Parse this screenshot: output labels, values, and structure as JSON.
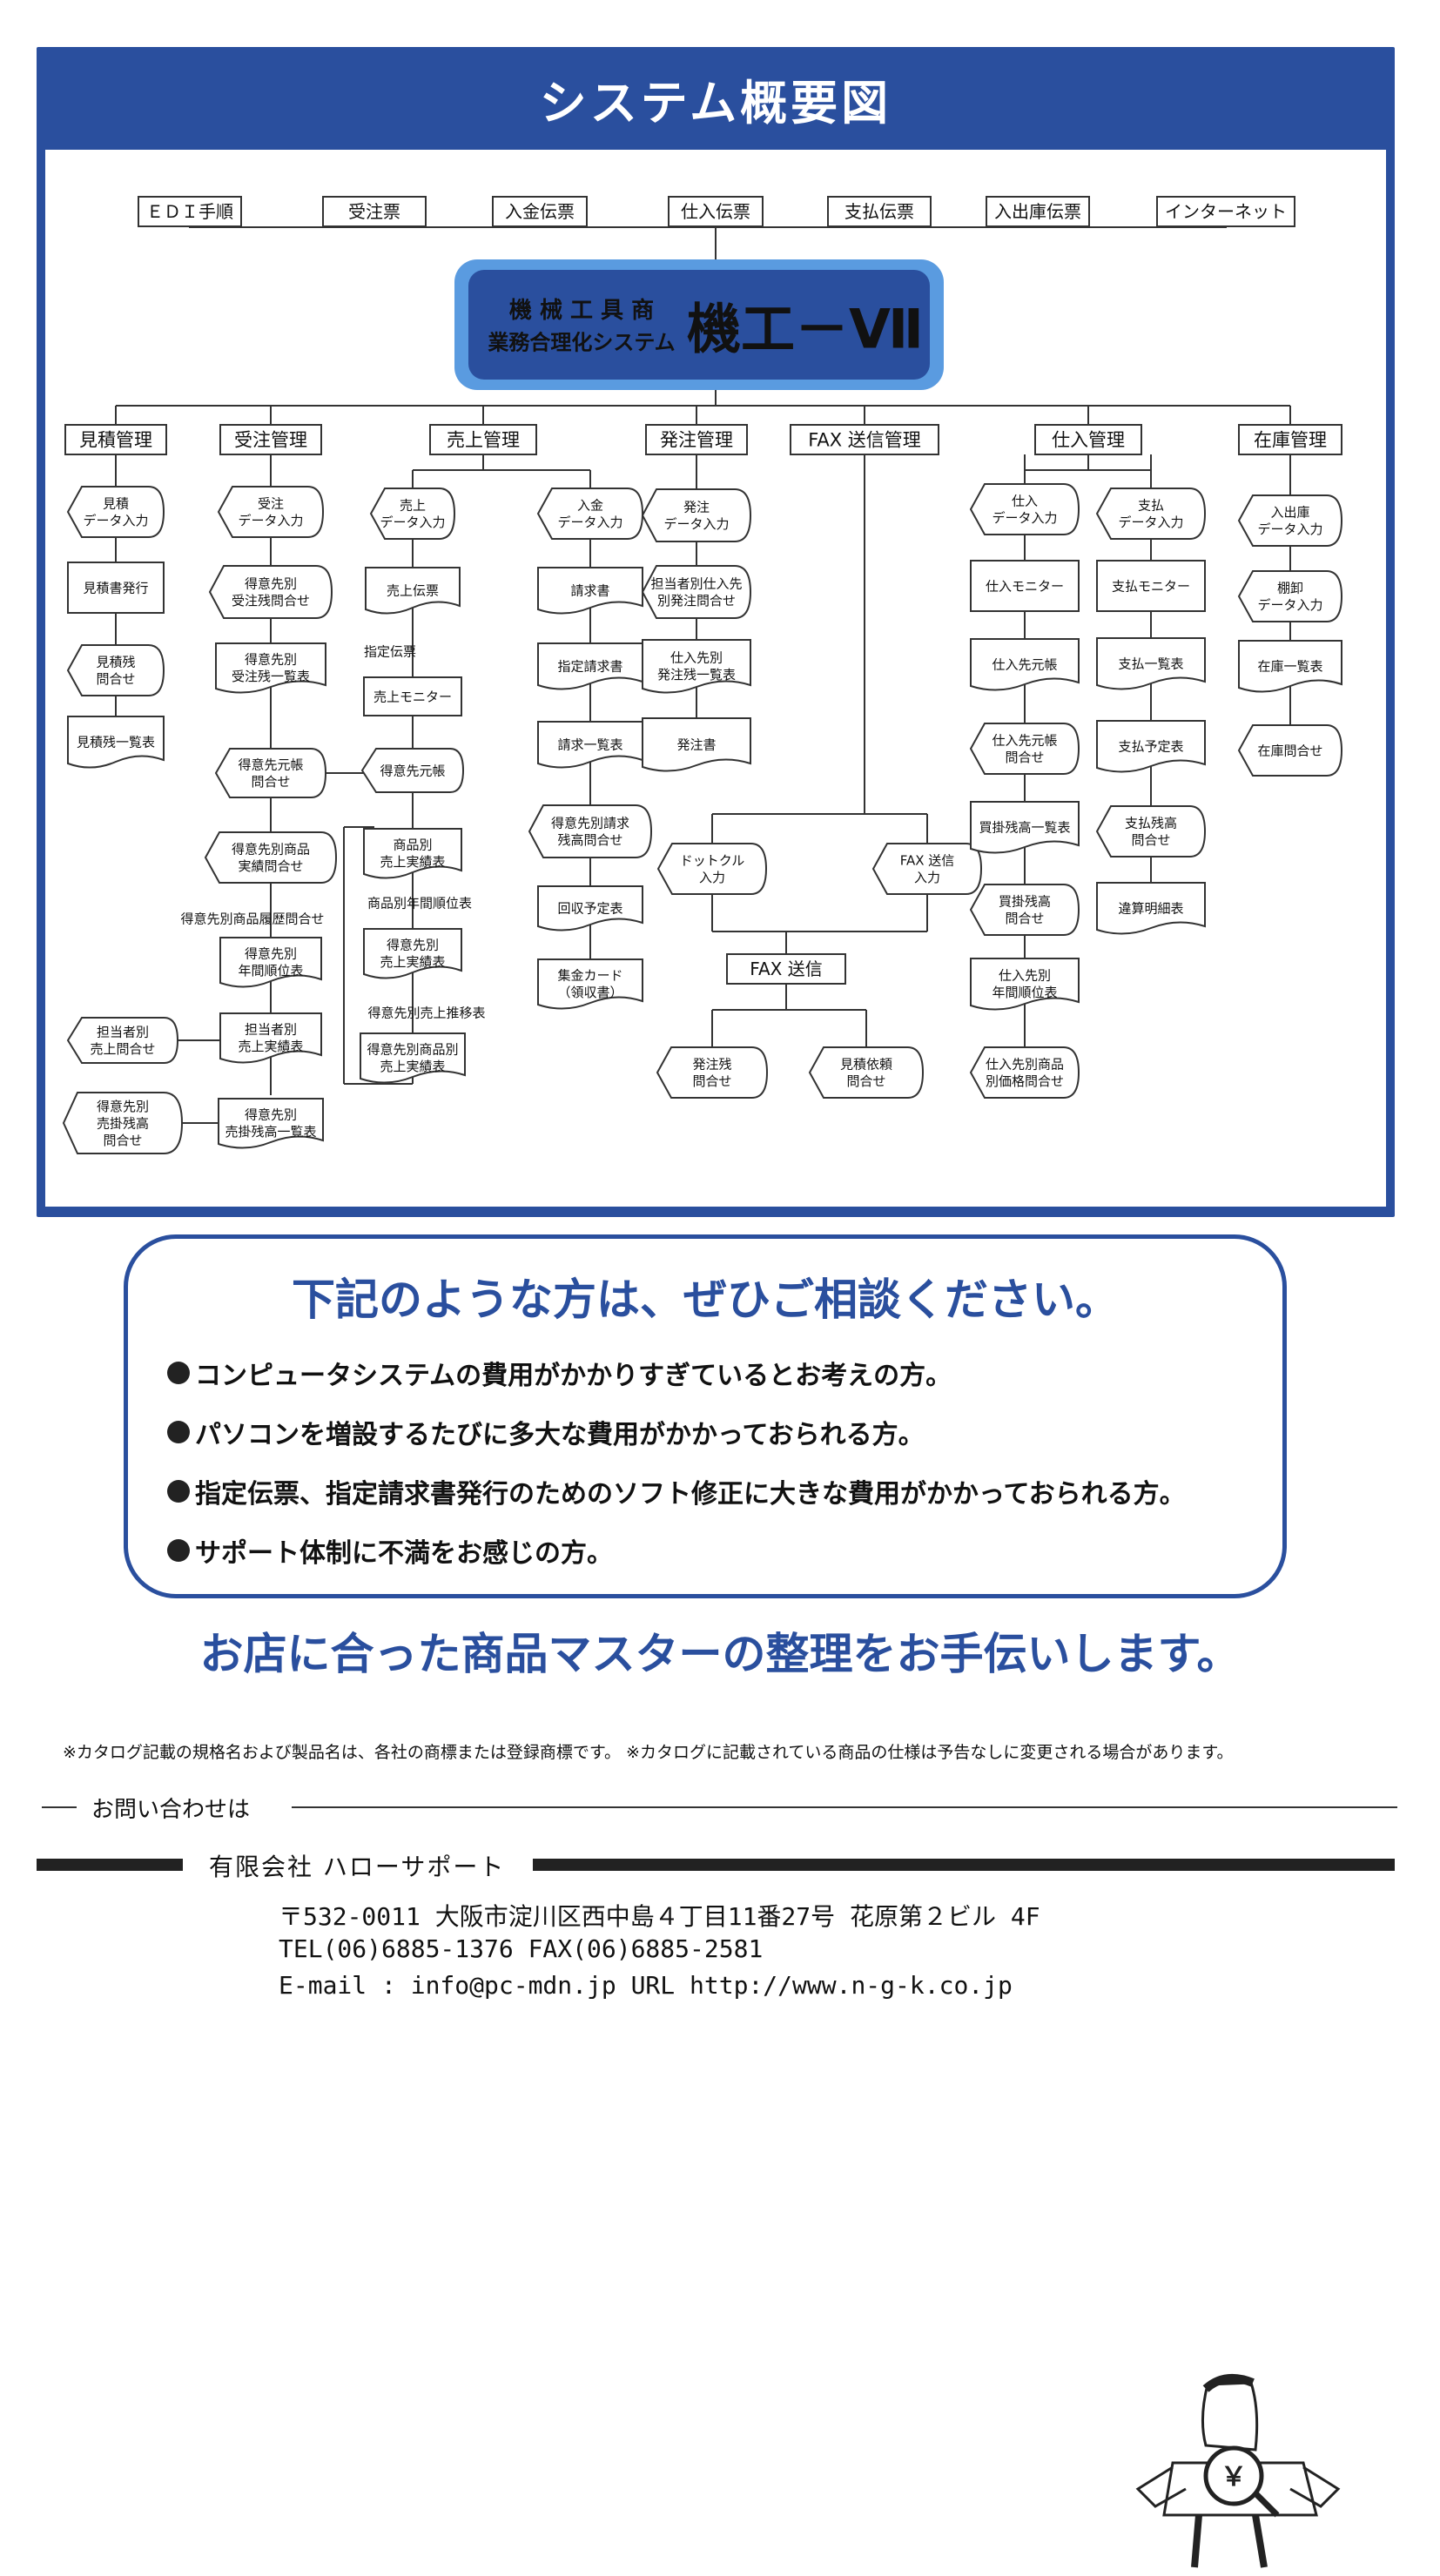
{
  "header": {
    "title": "システム概要図"
  },
  "inputs": [
    {
      "id": "in-edi",
      "label": "ＥＤＩ手順"
    },
    {
      "id": "in-juchu",
      "label": "受注票"
    },
    {
      "id": "in-nyukin",
      "label": "入金伝票"
    },
    {
      "id": "in-shiire",
      "label": "仕入伝票"
    },
    {
      "id": "in-shiharai",
      "label": "支払伝票"
    },
    {
      "id": "in-nyushukko",
      "label": "入出庫伝票"
    },
    {
      "id": "in-internet",
      "label": "インターネット"
    }
  ],
  "center": {
    "line1": "機 械 工 具 商",
    "line2": "業務合理化システム",
    "product": "機工－Ⅶ"
  },
  "modules": [
    {
      "id": "m-mitsumori",
      "label": "見積管理"
    },
    {
      "id": "m-juchu",
      "label": "受注管理"
    },
    {
      "id": "m-uriage",
      "label": "売上管理"
    },
    {
      "id": "m-hatchu",
      "label": "発注管理"
    },
    {
      "id": "m-fax",
      "label": "FAX 送信管理"
    },
    {
      "id": "m-shiire",
      "label": "仕入管理"
    },
    {
      "id": "m-zaiko",
      "label": "在庫管理"
    }
  ],
  "nodes": {
    "mitsumori": [
      "見積\nデータ入力",
      "見積書発行",
      "見積残\n問合せ",
      "見積残一覧表"
    ],
    "juchu": [
      "受注\nデータ入力",
      "得意先別\n受注残問合せ",
      "得意先別\n受注残一覧表",
      "得意先元帳\n問合せ",
      "得意先別商品\n実績問合せ",
      "得意先別\n年間順位表",
      "得意先別商品履歴問合せ",
      "担当者別\n売上実績表",
      "得意先別\n売掛残高一覧表",
      "担当者別\n売上問合せ",
      "得意先別\n売掛残高\n問合せ"
    ],
    "uriage": [
      "売上\nデータ入力",
      "売上伝票",
      "指定伝票",
      "売上モニター",
      "得意先元帳",
      "商品別\n売上実績表",
      "商品別年間順位表",
      "得意先別\n売上実績表",
      "得意先別売上推移表",
      "得意先別商品別\n売上実績表"
    ],
    "nyukin": [
      "入金\nデータ入力",
      "請求書",
      "指定請求書",
      "請求一覧表",
      "得意先別請求\n残高問合せ",
      "回収予定表",
      "集金カード\n（領収書）"
    ],
    "hatchu": [
      "発注\nデータ入力",
      "担当者別仕入先\n別発注問合せ",
      "仕入先別\n発注残一覧表",
      "発注書"
    ],
    "fax": [
      "ドットクル\n入力",
      "FAX 送信\n入力",
      "FAX 送信",
      "発注残\n問合せ",
      "見積依頼\n問合せ"
    ],
    "shiire": [
      "仕入\nデータ入力",
      "仕入モニター",
      "仕入先元帳",
      "仕入先元帳\n問合せ",
      "買掛残高一覧表",
      "買掛残高\n問合せ",
      "仕入先別\n年間順位表",
      "仕入先別商品\n別価格問合せ"
    ],
    "shiharai": [
      "支払\nデータ入力",
      "支払モニター",
      "支払一覧表",
      "支払予定表",
      "支払残高\n問合せ",
      "違算明細表"
    ],
    "zaiko": [
      "入出庫\nデータ入力",
      "棚卸\nデータ入力",
      "在庫一覧表",
      "在庫問合せ"
    ]
  },
  "consult": {
    "heading": "下記のような方は、ぜひご相談ください。",
    "items": [
      "コンピュータシステムの費用がかかりすぎているとお考えの方。",
      "パソコンを増設するたびに多大な費用がかかっておられる方。",
      "指定伝票、指定請求書発行のためのソフト修正に大きな費用がかかっておられる方。",
      "サポート体制に不満をお感じの方。"
    ]
  },
  "tagline": "お店に合った商品マスターの整理をお手伝いします。",
  "note": "※カタログ記載の規格名および製品名は、各社の商標または登録商標です。 ※カタログに記載されている商品の仕様は予告なしに変更される場合があります。",
  "inquiry": {
    "label": "お問い合わせは"
  },
  "company": {
    "name": "有限会社 ハローサポート",
    "address": "〒532-0011 大阪市淀川区西中島４丁目11番27号 花原第２ビル 4F",
    "tel_fax": "TEL(06)6885-1376   FAX(06)6885-2581",
    "email_url": "E-mail : info@pc-mdn.jp     URL http://www.n-g-k.co.jp"
  },
  "colors": {
    "brand": "#2a4f9e",
    "frame": "#5a9be0"
  }
}
